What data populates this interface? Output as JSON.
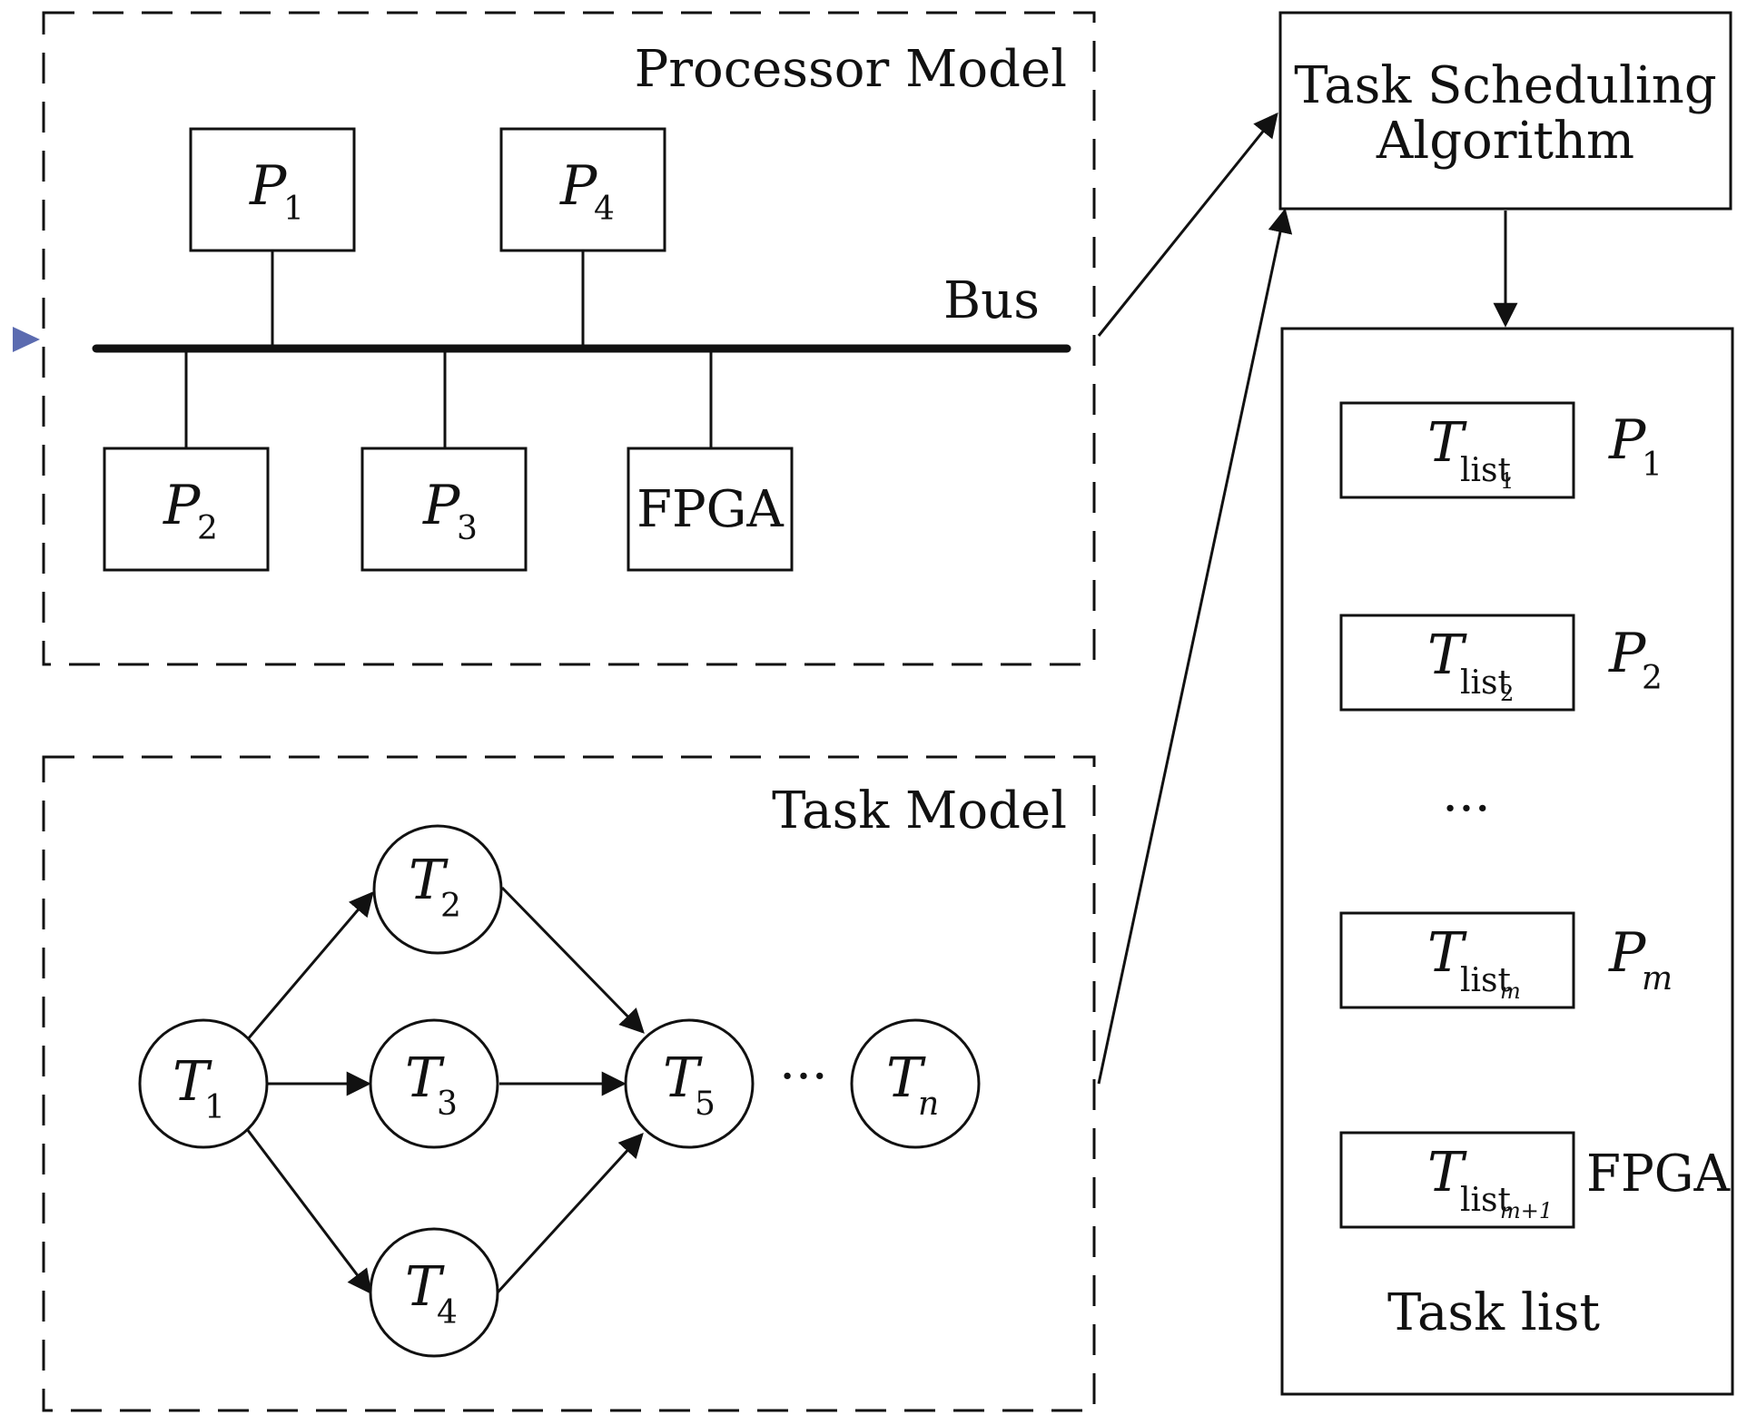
{
  "processor_model": {
    "title": "Processor Model",
    "bus_label": "Bus",
    "processors": [
      {
        "id": "P1",
        "letter": "P",
        "sub": "1"
      },
      {
        "id": "P4",
        "letter": "P",
        "sub": "4"
      },
      {
        "id": "P2",
        "letter": "P",
        "sub": "2"
      },
      {
        "id": "P3",
        "letter": "P",
        "sub": "3"
      }
    ],
    "fpga_label": "FPGA"
  },
  "task_model": {
    "title": "Task Model",
    "tasks": [
      {
        "id": "T1",
        "letter": "T",
        "sub": "1"
      },
      {
        "id": "T2",
        "letter": "T",
        "sub": "2"
      },
      {
        "id": "T3",
        "letter": "T",
        "sub": "3"
      },
      {
        "id": "T4",
        "letter": "T",
        "sub": "4"
      },
      {
        "id": "T5",
        "letter": "T",
        "sub": "5"
      },
      {
        "id": "Tn",
        "letter": "T",
        "sub": "n"
      }
    ],
    "ellipsis": "···"
  },
  "scheduler": {
    "title_line1": "Task Scheduling",
    "title_line2": "Algorithm"
  },
  "task_list": {
    "title": "Task list",
    "ellipsis": "···",
    "entries": [
      {
        "letter": "T",
        "sub": "list",
        "subsub": "1",
        "target_letter": "P",
        "target_sub": "1"
      },
      {
        "letter": "T",
        "sub": "list",
        "subsub": "2",
        "target_letter": "P",
        "target_sub": "2"
      },
      {
        "letter": "T",
        "sub": "list",
        "subsub": "m",
        "target_letter": "P",
        "target_sub": "m"
      },
      {
        "letter": "T",
        "sub": "list",
        "subsub": "m+1",
        "target_label": "FPGA"
      }
    ]
  },
  "colors": {
    "stroke": "#111111",
    "marker": "#5b6bb0"
  }
}
